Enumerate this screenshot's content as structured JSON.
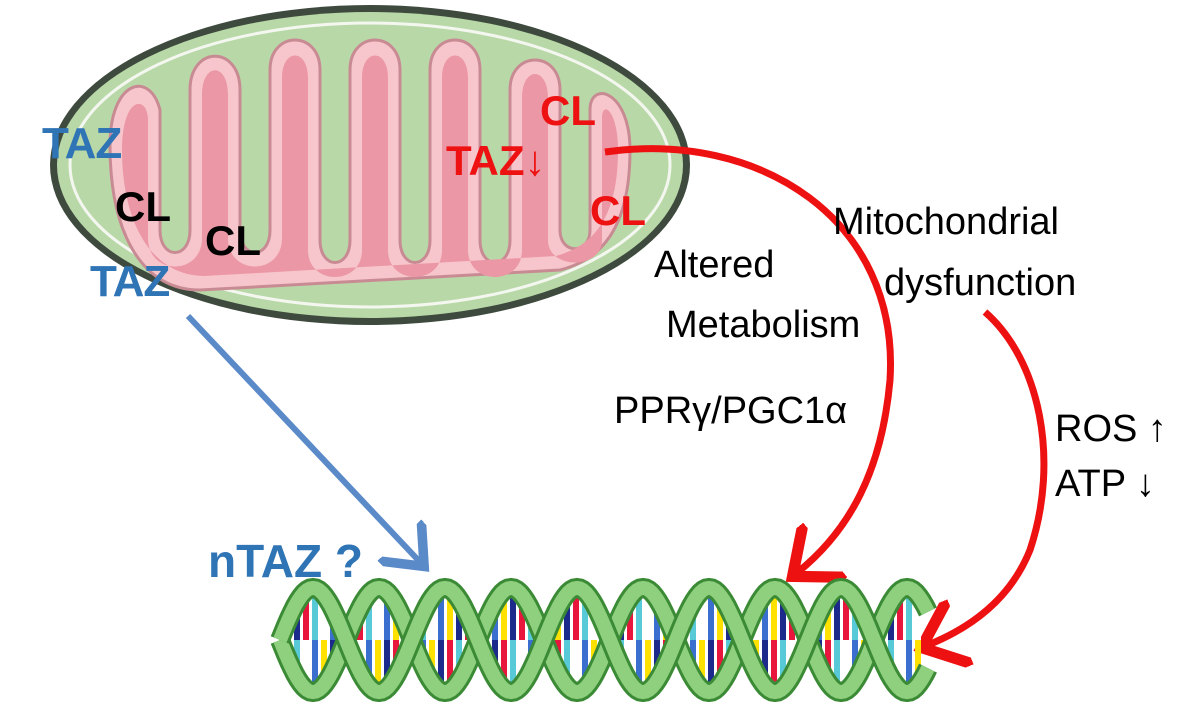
{
  "labels": {
    "taz_top": "TAZ",
    "taz_bottom": "TAZ",
    "cl_left": "CL",
    "cl_middle": "CL",
    "cl_red_top": "CL",
    "taz_red": "TAZ↓",
    "cl_red_bottom": "CL",
    "mito_dysfunction_line1": "Mitochondrial",
    "mito_dysfunction_line2": "dysfunction",
    "altered_line1": "Altered",
    "altered_line2": "Metabolism",
    "pathway": "PPRγ/PGC1α",
    "ros": "ROS ↑",
    "atp": "ATP ↓",
    "ntaz": "nTAZ ?"
  },
  "colors": {
    "mito_outer": "#b9d8a8",
    "mito_inner": "#f4b3bd",
    "mito_matrix": "#ef9aa8",
    "arrow_red": "#ee1111",
    "arrow_blue": "#5b8ac9",
    "dna_strand": "#79c06a",
    "dna_dark": "#3b8a35"
  },
  "icons": {
    "organelle": "mitochondrion",
    "dna": "dna-double-helix"
  }
}
